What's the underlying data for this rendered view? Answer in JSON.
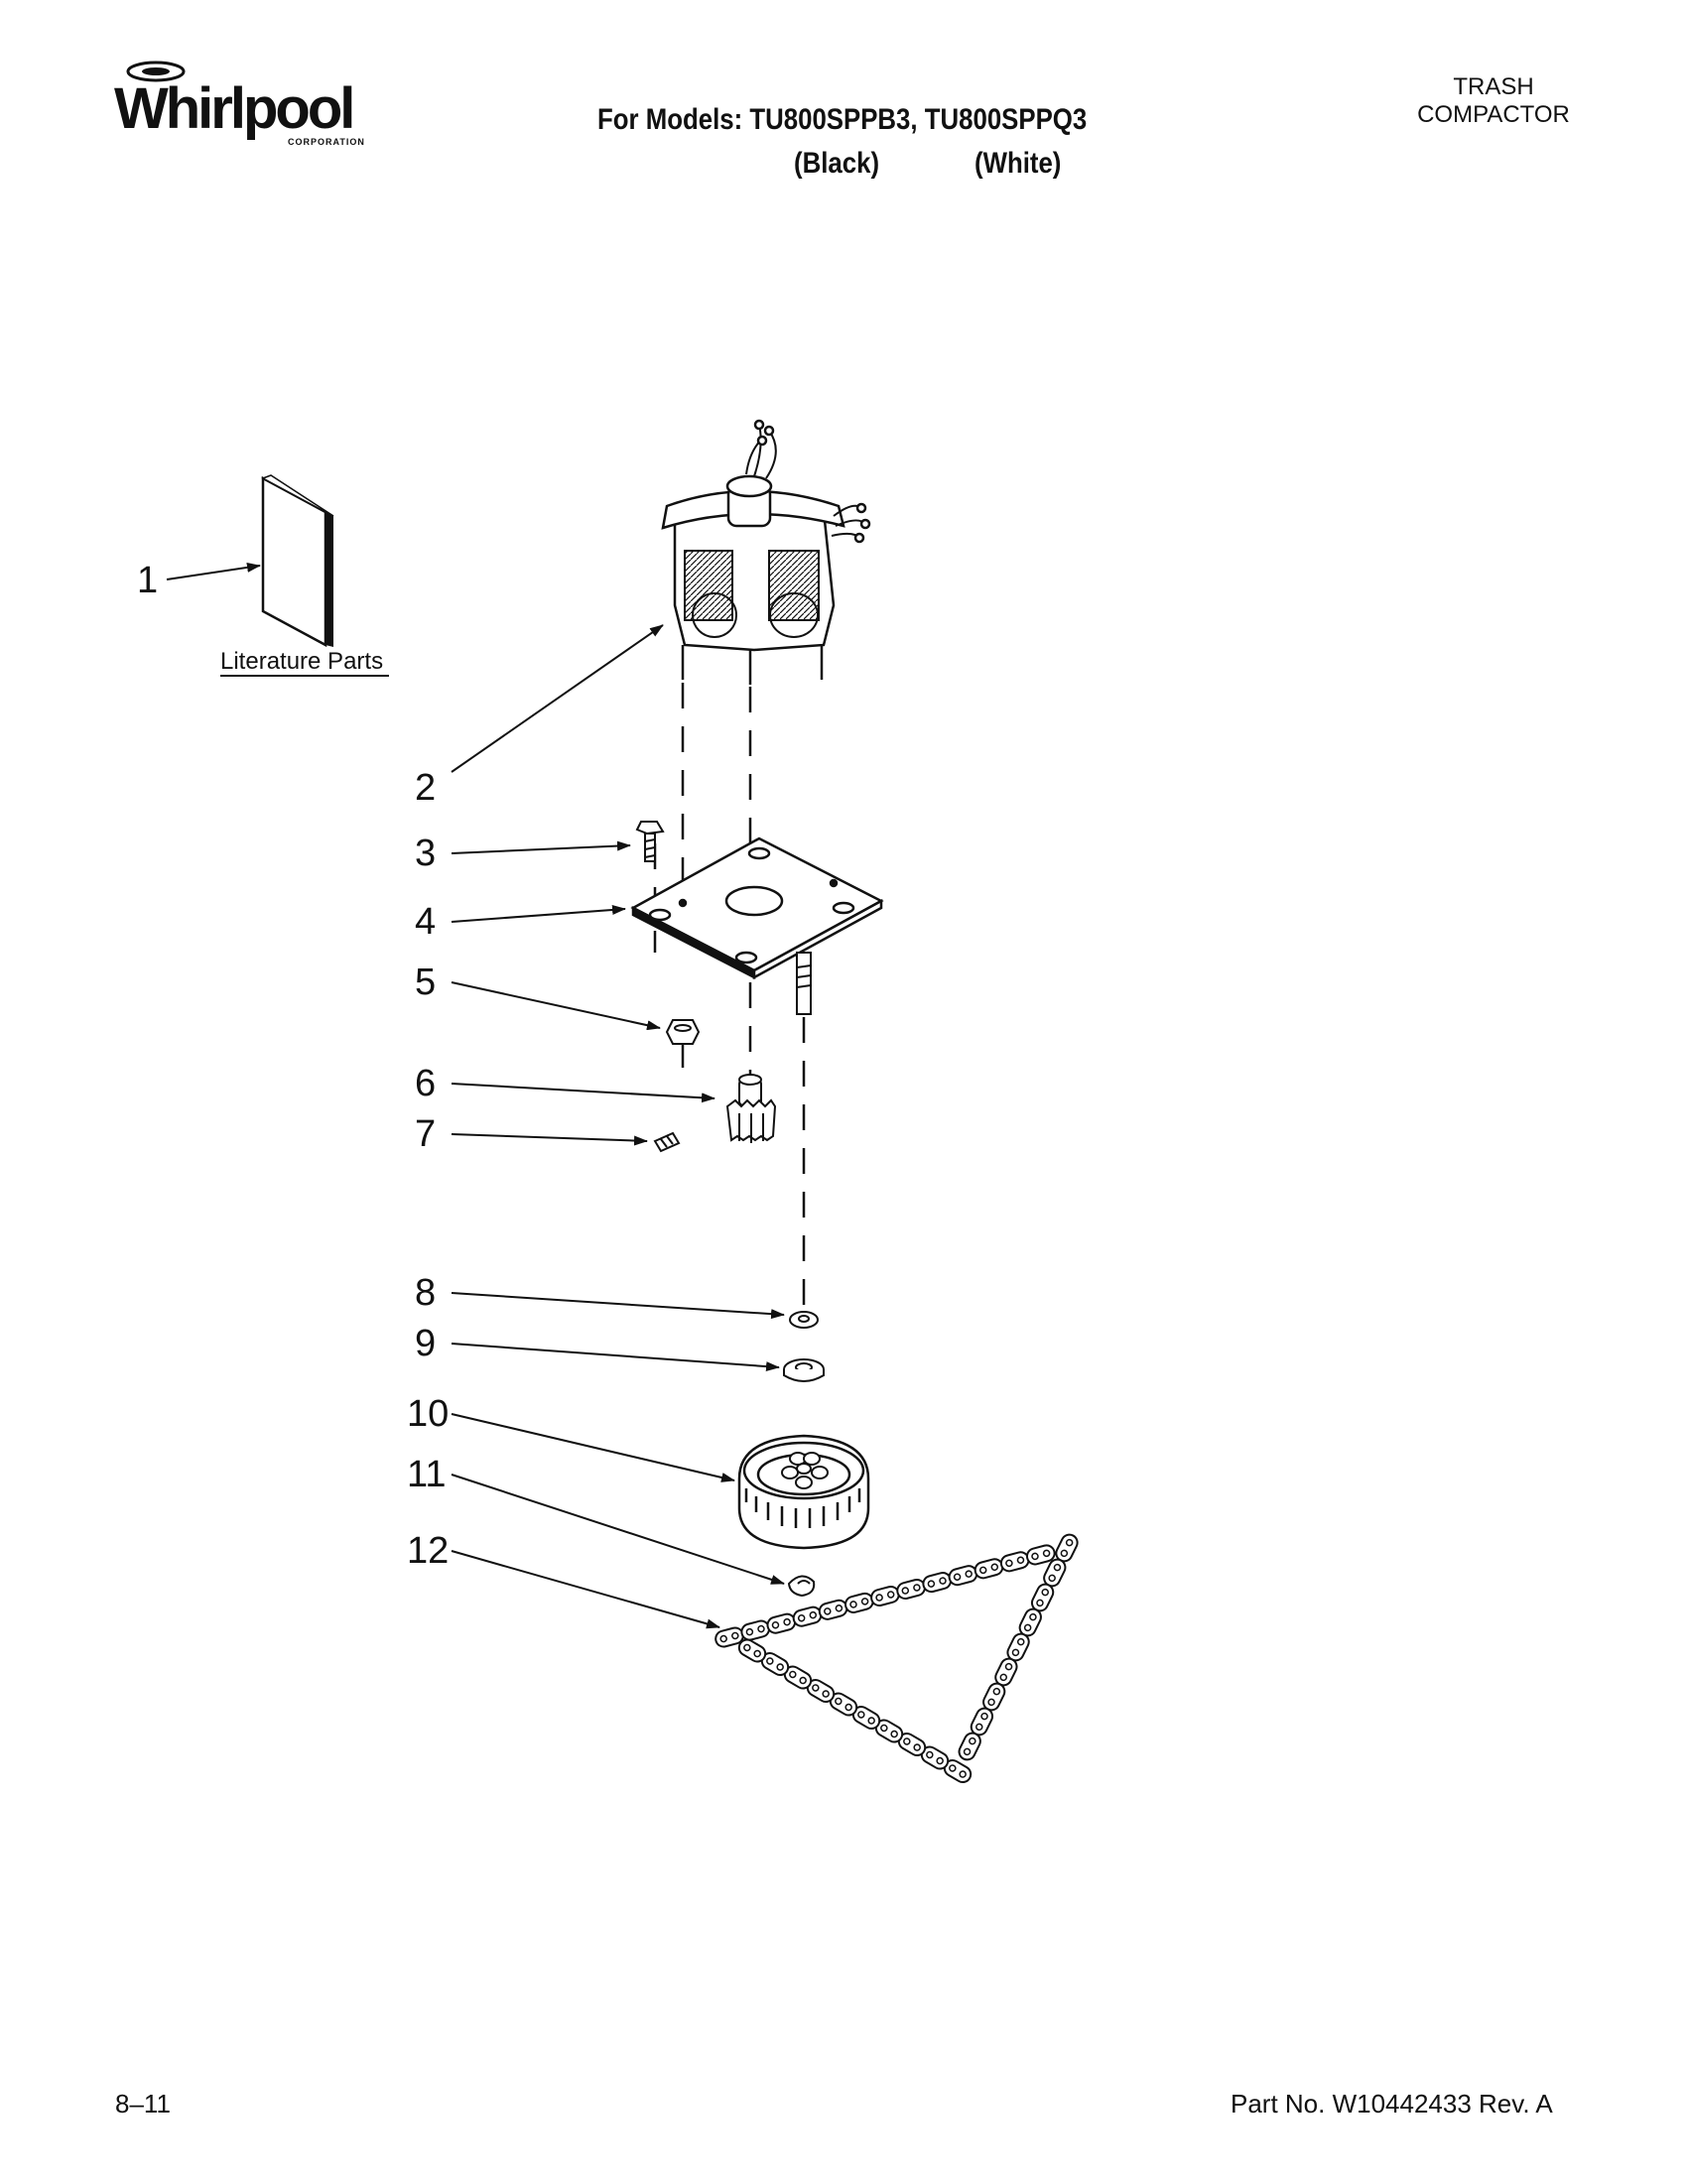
{
  "header": {
    "brand": "Whirlpool",
    "brand_sub": "CORPORATION",
    "title": "For Models: TU800SPPB3, TU800SPPQ3",
    "variant_black": "(Black)",
    "variant_white": "(White)",
    "category_line1": "TRASH",
    "category_line2": "COMPACTOR"
  },
  "diagram": {
    "literature_label": "Literature Parts",
    "callouts": [
      "1",
      "2",
      "3",
      "4",
      "5",
      "6",
      "7",
      "8",
      "9",
      "10",
      "11",
      "12"
    ]
  },
  "footer": {
    "page_code": "8–11",
    "part_no": "Part No. W10442433 Rev. A"
  }
}
